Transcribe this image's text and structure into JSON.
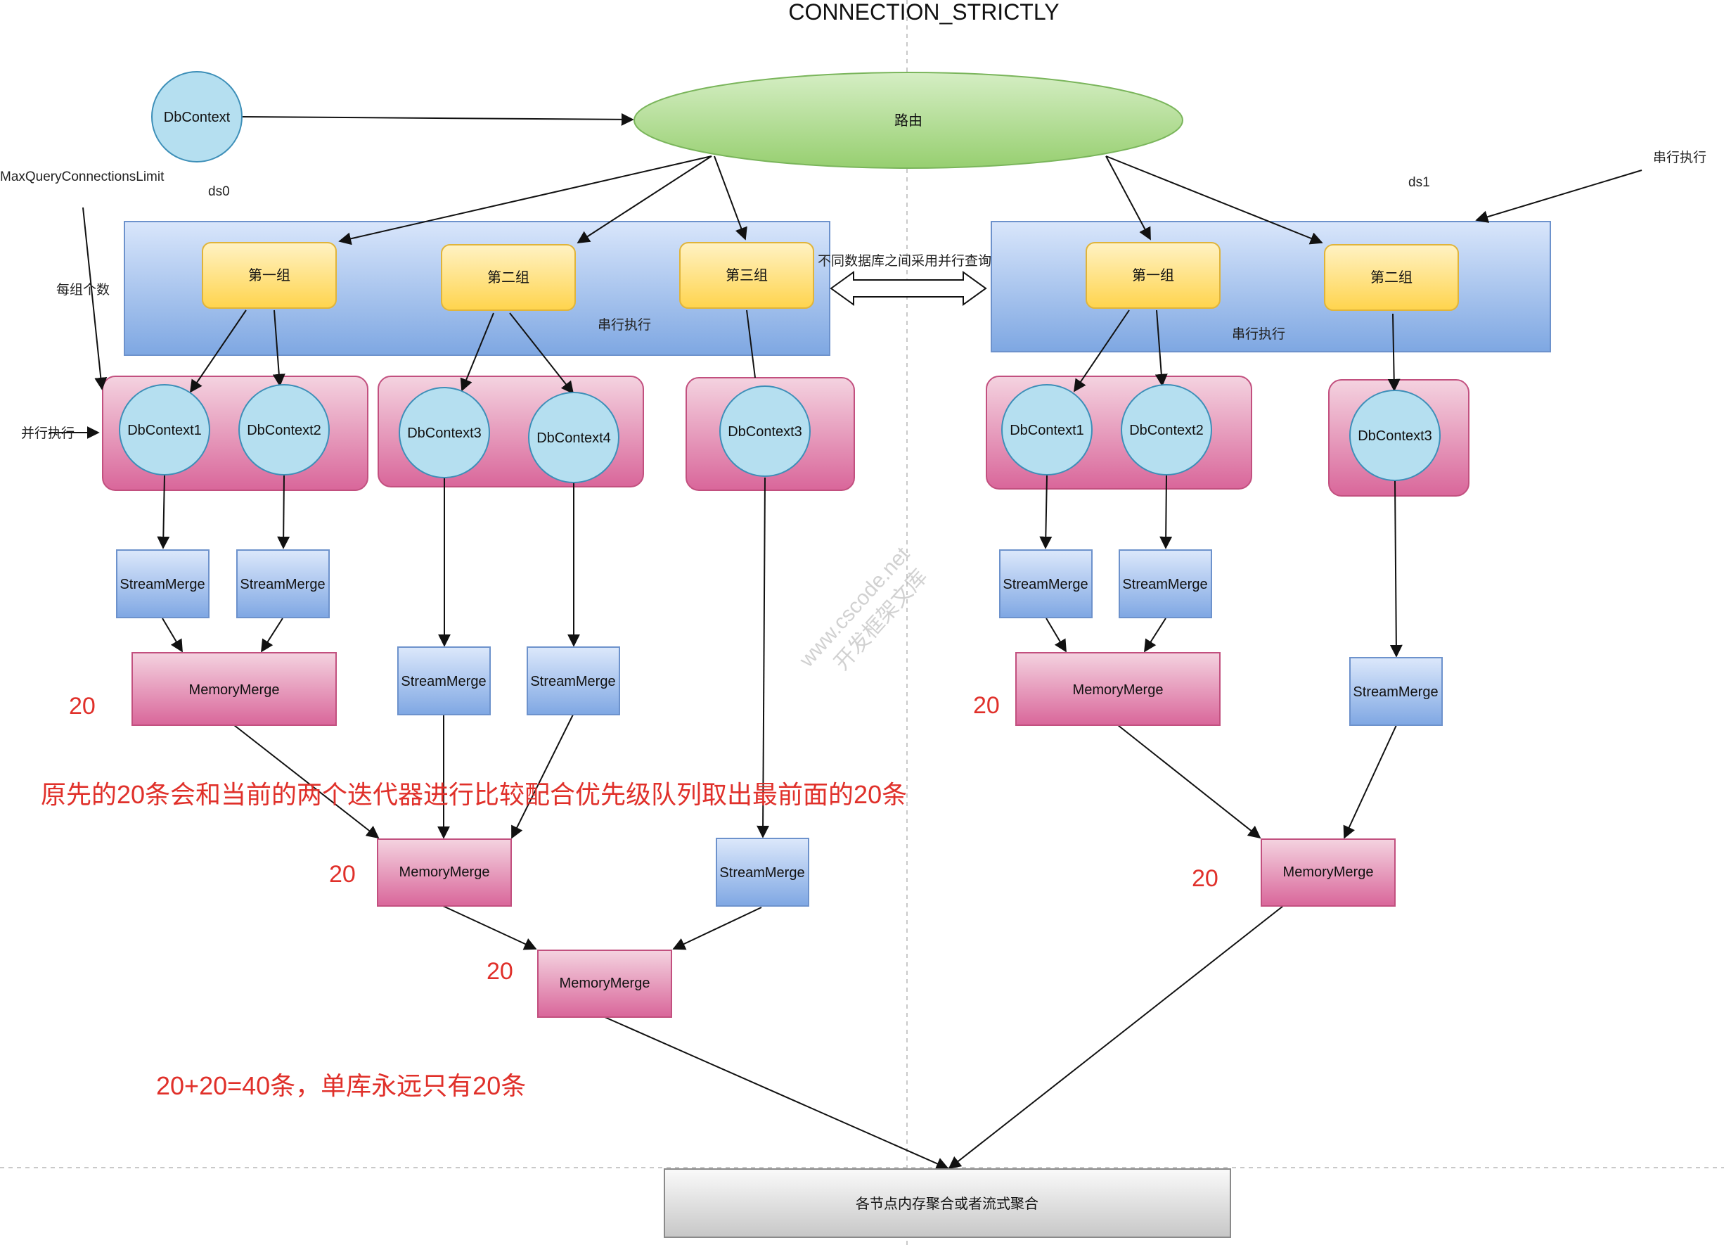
{
  "title": "CONNECTION_STRICTLY",
  "router": "路由",
  "db_context": "DbContext",
  "max_limit_label": "MaxQueryConnectionsLimit",
  "per_group_label": "每组个数",
  "parallel_exec_label": "并行执行",
  "serial_exec_label": "串行执行",
  "cross_db_parallel": "不同数据库之间采用并行查询",
  "final_merge": "各节点内存聚合或者流式聚合",
  "annotation_compare": "原先的20条会和当前的两个迭代器进行比较配合优先级队列取出最前面的20条",
  "annotation_sum": "20+20=40条，单库永远只有20条",
  "count_20": "20",
  "stream_merge": "StreamMerge",
  "memory_merge": "MemoryMerge",
  "watermark": [
    "www.cscode.net",
    "开发框架文库"
  ],
  "ds0": {
    "label": "ds0",
    "serial_label": "串行执行",
    "groups": [
      "第一组",
      "第二组",
      "第三组"
    ],
    "contexts": [
      "DbContext1",
      "DbContext2",
      "DbContext3",
      "DbContext4",
      "DbContext3"
    ]
  },
  "ds1": {
    "label": "ds1",
    "serial_label": "串行执行",
    "groups": [
      "第一组",
      "第二组"
    ],
    "contexts": [
      "DbContext1",
      "DbContext2",
      "DbContext3"
    ]
  },
  "colors": {
    "router_fill": "#a9d98a",
    "circle_fill": "#b5dff0",
    "group_fill": "#ffd966",
    "ds_fill": "#8fb4e8",
    "pink_fill": "#e27fa8",
    "stream_fill": "#8fb4e8",
    "red_text": "#e0302a"
  }
}
